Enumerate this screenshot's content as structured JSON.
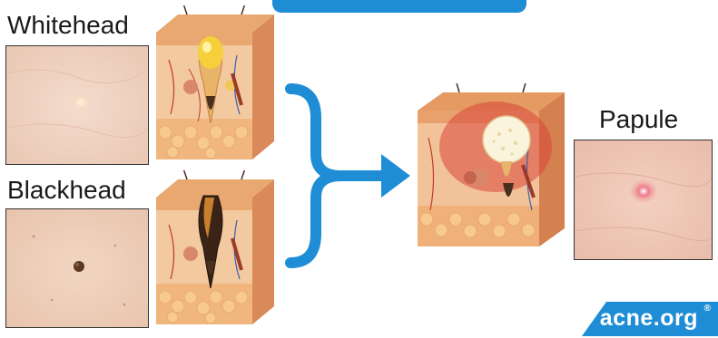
{
  "labels": {
    "whitehead": "Whitehead",
    "blackhead": "Blackhead",
    "papule": "Papule"
  },
  "icons": {
    "skin_cross_section": "skin-cross-section-icon",
    "merge_arrow": "merge-arrow-icon"
  },
  "colors": {
    "accent": "#1f8dd6",
    "skin_photo": "#f0d3c3",
    "epidermis": "#e9a86f",
    "dermis": "#f3c9a0",
    "inflammation": "#d9463a"
  },
  "logo": {
    "text": "acne.org",
    "registered_mark": "®"
  }
}
